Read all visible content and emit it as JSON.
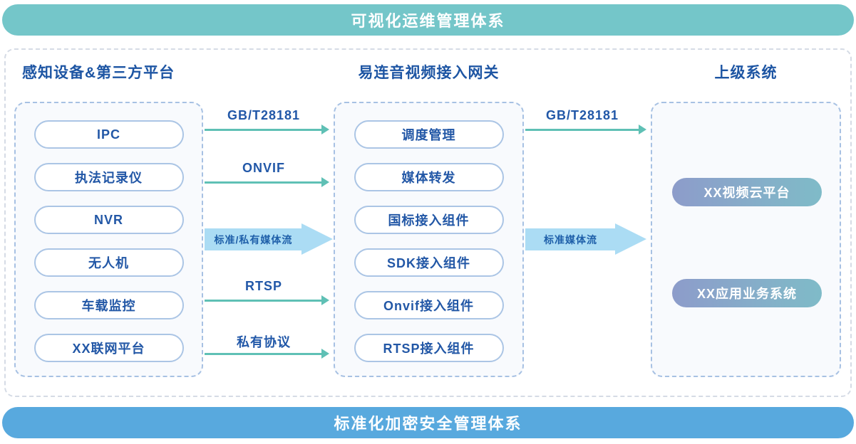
{
  "banners": {
    "top": "可视化运维管理体系",
    "bottom": "标准化加密安全管理体系"
  },
  "columns": {
    "devices": {
      "title": "感知设备&第三方平台",
      "items": [
        "IPC",
        "执法记录仪",
        "NVR",
        "无人机",
        "车载监控",
        "XX联网平台"
      ]
    },
    "gateway": {
      "title": "易连音视频接入网关",
      "items": [
        "调度管理",
        "媒体转发",
        "国标接入组件",
        "SDK接入组件",
        "Onvif接入组件",
        "RTSP接入组件"
      ]
    },
    "upstream": {
      "title": "上级系统",
      "items": [
        "XX视频云平台",
        "XX应用业务系统"
      ]
    }
  },
  "arrows": {
    "left_to_gateway": [
      {
        "label": "GB/T28181",
        "type": "line"
      },
      {
        "label": "ONVIF",
        "type": "line"
      },
      {
        "label": "标准/私有媒体流",
        "type": "block"
      },
      {
        "label": "RTSP",
        "type": "line"
      },
      {
        "label": "私有协议",
        "type": "line"
      }
    ],
    "gateway_to_upstream": [
      {
        "label": "GB/T28181",
        "type": "line"
      },
      {
        "label": "标准媒体流",
        "type": "block"
      }
    ]
  },
  "colors": {
    "top_banner": "#74c6c9",
    "bottom_banner": "#58a9de",
    "arrow_teal": "#5fc0b5",
    "block_arrow_blue": "#abdcf4",
    "heading_blue": "#1d55a3",
    "pill_border": "#abc5e5",
    "pill_text": "#2257a6",
    "gradient_start": "#8d9cca",
    "gradient_end": "#7fbbc8"
  }
}
